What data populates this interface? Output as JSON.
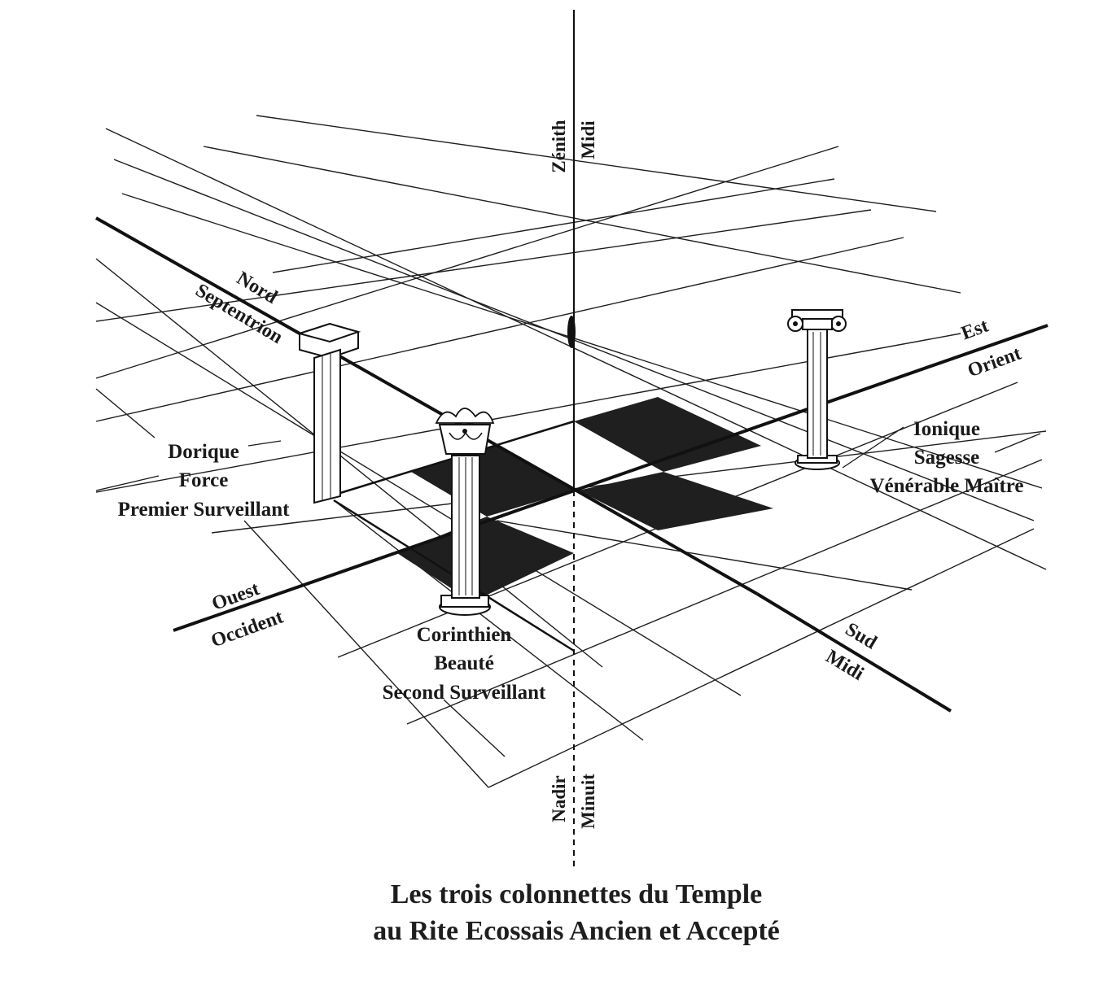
{
  "axes": {
    "zenith": "Zénith",
    "zenith_midi": "Midi",
    "nadir": "Nadir",
    "nadir_minuit": "Minuit"
  },
  "directions": {
    "nord": "Nord",
    "septentrion": "Septentrion",
    "est": "Est",
    "orient": "Orient",
    "ouest": "Ouest",
    "occident": "Occident",
    "sud": "Sud",
    "midi": "Midi"
  },
  "columns": {
    "dorique": {
      "order": "Dorique",
      "virtue": "Force",
      "officer": "Premier Surveillant"
    },
    "ionique": {
      "order": "Ionique",
      "virtue": "Sagesse",
      "officer": "Vénérable Maître"
    },
    "corinthien": {
      "order": "Corinthien",
      "virtue": "Beauté",
      "officer": "Second Surveillant"
    }
  },
  "title": {
    "line1": "Les trois colonnettes du Temple",
    "line2": "au Rite Ecossais Ancien et Accepté"
  }
}
